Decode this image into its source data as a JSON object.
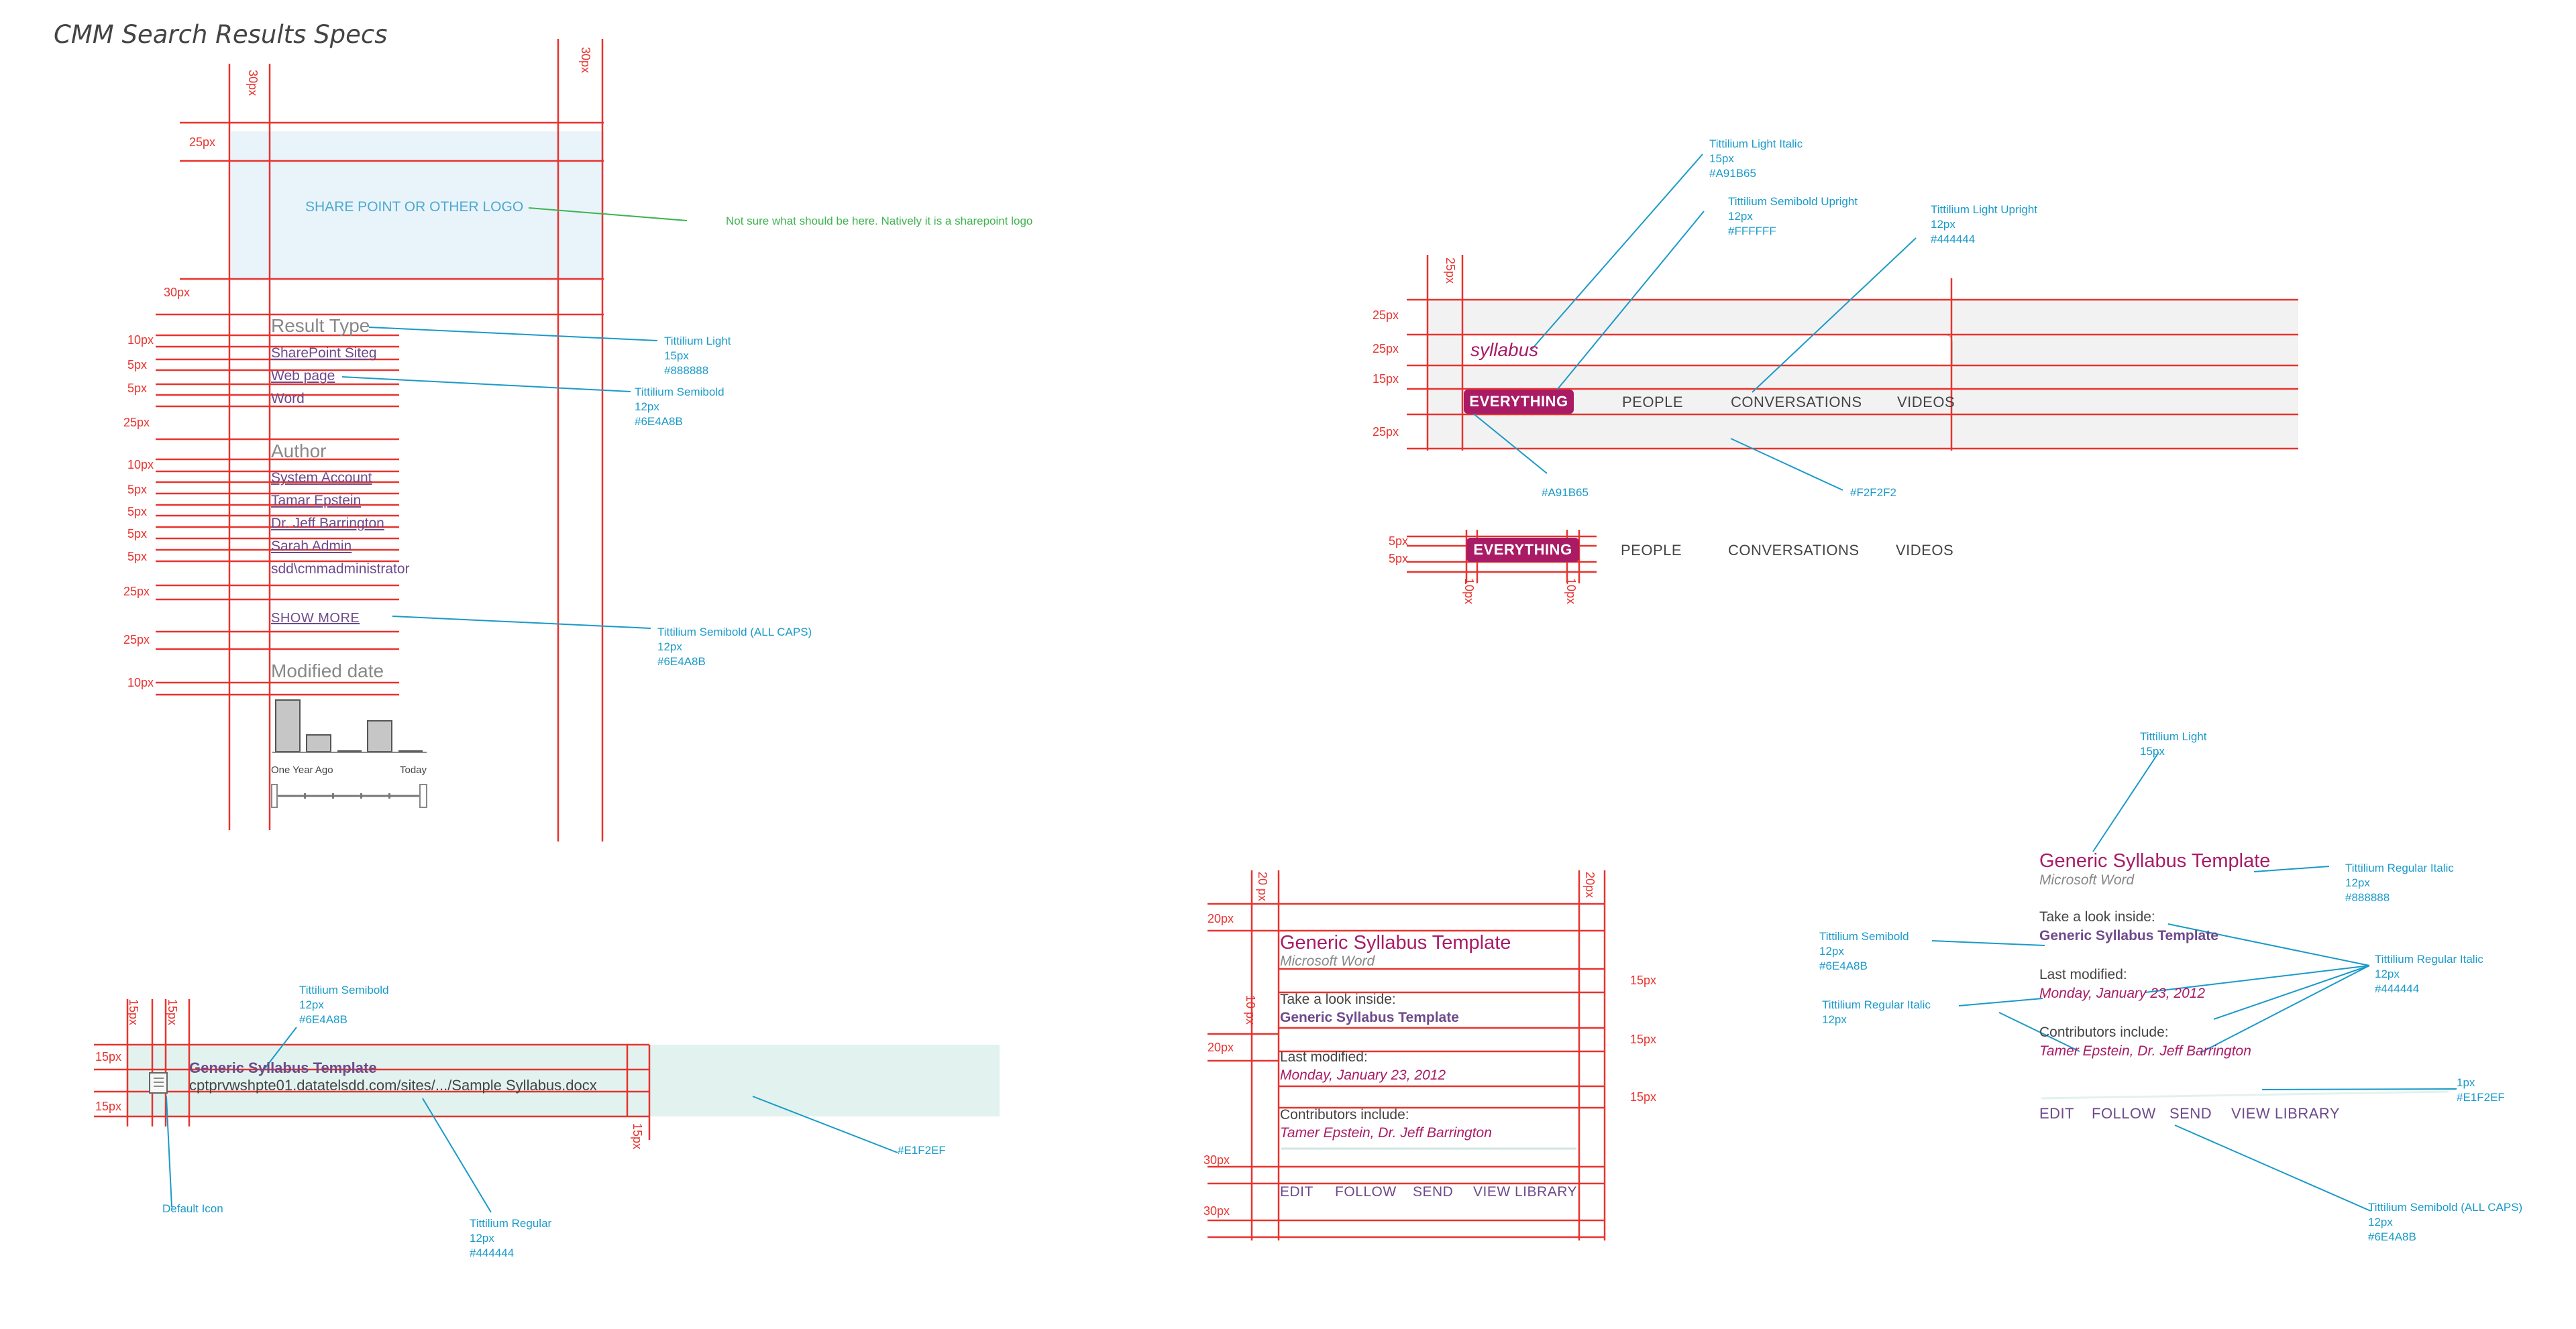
{
  "title": "CMM Search Results Specs",
  "colors": {
    "guide": "#e8332f",
    "callout": "#1a9ac9",
    "note": "#3fb34f",
    "purple": "#6E4A8B",
    "pink": "#A91B65",
    "gray": "#888888",
    "dark": "#444444",
    "search_bg": "#F2F2F2",
    "result_bg": "#E1F2EF",
    "logo_bg": "#e8f3fa"
  },
  "refiners": {
    "logo": "SHARE POINT OR OTHER LOGO",
    "logo_note": "Not sure what should be here. Natively it is a sharepoint logo",
    "result_type": {
      "heading": "Result Type",
      "items": [
        "SharePoint Siteg",
        "Web page",
        "Word"
      ]
    },
    "author": {
      "heading": "Author",
      "items": [
        "System Account",
        "Tamar Epstein",
        "Dr. Jeff Barrington",
        "Sarah Admin",
        "sdd\\cmmadministrator"
      ]
    },
    "show_more": "SHOW MORE",
    "modified": {
      "heading": "Modified date",
      "left_label": "One Year Ago",
      "right_label": "Today",
      "bars": [
        0.85,
        0.28,
        0.04,
        0.55,
        0.04
      ]
    },
    "measures": {
      "top_vertical": [
        "30px",
        "30px"
      ],
      "left": [
        "25px",
        "30px",
        "10px",
        "5px",
        "5px",
        "25px",
        "10px",
        "5px",
        "5px",
        "5px",
        "5px",
        "25px",
        "25px",
        "10px"
      ]
    },
    "callouts": {
      "heading_font": "Tittilium Light\n15px\n#888888",
      "item_font": "Tittilium Semibold\n12px\n#6E4A8B",
      "show_more_font": "Tittilium Semibold (ALL CAPS)\n12px\n#6E4A8B"
    }
  },
  "search": {
    "query": "syllabus",
    "tabs": [
      "EVERYTHING",
      "PEOPLE",
      "CONVERSATIONS",
      "VIDEOS"
    ],
    "measures": {
      "top_vertical": "25px",
      "left": [
        "25px",
        "25px",
        "15px",
        "25px"
      ],
      "tabs2_left": [
        "5px",
        "5px"
      ],
      "tabs2_bottom": [
        "10px",
        "10px"
      ]
    },
    "callouts": {
      "query_font": "Tittilium Light Italic\n15px\n#A91B65",
      "active_font": "Tittilium Semibold Upright\n12px\n#FFFFFF",
      "tabs_font": "Tittilium Light Upright\n12px\n#444444",
      "active_bg": "#A91B65",
      "search_bg": "#F2F2F2"
    }
  },
  "result_row": {
    "title": "Generic Syllabus Template",
    "url": "cptprvwshpte01.datatelsdd.com/sites/.../Sample Syllabus.docx",
    "measures": {
      "top_vertical": [
        "15px",
        "15px"
      ],
      "left": [
        "15px",
        "15px"
      ],
      "right_vertical": "15px"
    },
    "callouts": {
      "title_font": "Tittilium Semibold\n12px\n#6E4A8B",
      "url_font": "Tittilium Regular\n12px\n#444444",
      "bg": "#E1F2EF",
      "icon": "Default Icon"
    }
  },
  "hover_card": {
    "title": "Generic Syllabus Template",
    "app": "Microsoft Word",
    "look_inside_label": "Take a look inside:",
    "look_inside_value": "Generic Syllabus Template",
    "modified_label": "Last modified:",
    "modified_value": "Monday, January 23, 2012",
    "contributors_label": "Contributors include:",
    "contributors_value_a": "Tamer Epstein, Dr. Jeff Barrington",
    "contributors_value_b": "Tamer Epstein, Dr. Jeff Barrington",
    "actions": [
      "EDIT",
      "FOLLOW",
      "SEND",
      "VIEW LIBRARY"
    ],
    "measures": {
      "top_vertical": [
        "20 px",
        "20px"
      ],
      "left": [
        "20px",
        "20px",
        "30px",
        "30px"
      ],
      "inner_vertical": "10 px",
      "right": [
        "15px",
        "15px",
        "15px"
      ]
    },
    "callouts": {
      "title_font": "Tittilium Light\n15px",
      "app_font": "Tittilium Regular Italic\n12px\n#888888",
      "link_font": "Tittilium Semibold\n12px\n#6E4A8B",
      "labels_font": "Tittilium Regular Italic\n12px\n#444444",
      "italic_font": "Tittilium Regular Italic\n12px",
      "divider": "1px\n#E1F2EF",
      "actions_font": "Tittilium Semibold (ALL CAPS)\n12px\n#6E4A8B"
    }
  }
}
